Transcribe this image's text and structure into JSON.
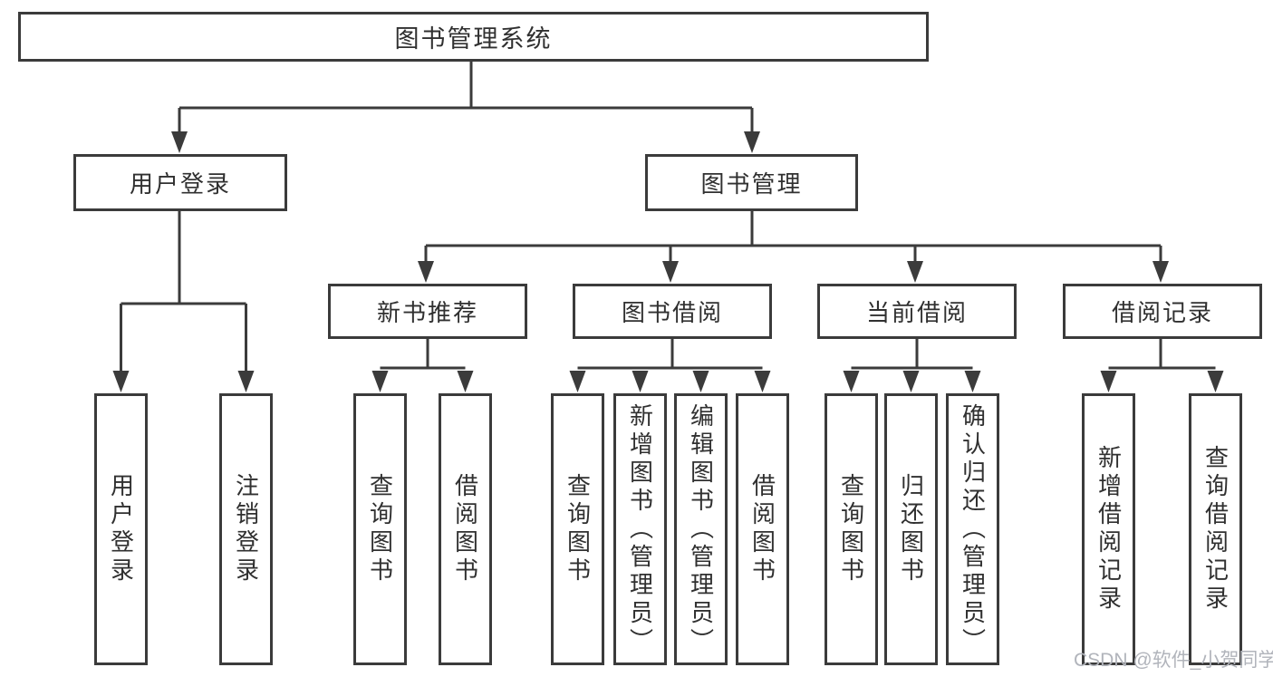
{
  "watermark": "CSDN @软件_小贺同学",
  "colors": {
    "line": "#3b3b3b",
    "box_border": "#3b3b3b",
    "text": "#303030",
    "watermark_text": "#b1b4bb",
    "background": "#ffffff"
  },
  "tree": {
    "root": {
      "label": "图书管理系统",
      "children": [
        {
          "label": "用户登录",
          "children": [
            {
              "label": "用户登录"
            },
            {
              "label": "注销登录"
            }
          ]
        },
        {
          "label": "图书管理",
          "children": [
            {
              "label": "新书推荐",
              "children": [
                {
                  "label": "查询图书"
                },
                {
                  "label": "借阅图书"
                }
              ]
            },
            {
              "label": "图书借阅",
              "children": [
                {
                  "label": "查询图书"
                },
                {
                  "label": "新增图书（管理员）"
                },
                {
                  "label": "编辑图书（管理员）"
                },
                {
                  "label": "借阅图书"
                }
              ]
            },
            {
              "label": "当前借阅",
              "children": [
                {
                  "label": "查询图书"
                },
                {
                  "label": "归还图书"
                },
                {
                  "label": "确认归还（管理员）"
                }
              ]
            },
            {
              "label": "借阅记录",
              "children": [
                {
                  "label": "新增借阅记录"
                },
                {
                  "label": "查询借阅记录"
                }
              ]
            }
          ]
        }
      ]
    }
  }
}
